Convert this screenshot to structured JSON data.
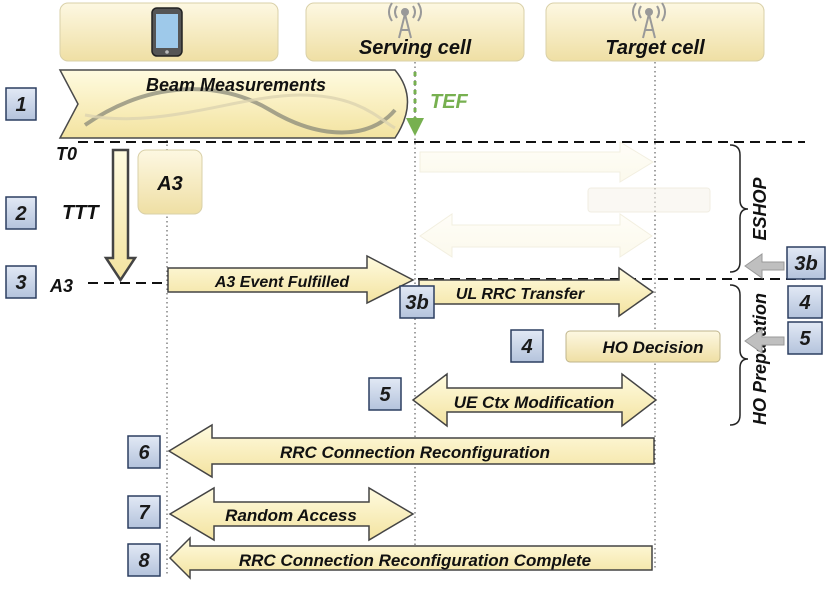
{
  "entities": {
    "ue": {
      "icon": "smartphone-icon",
      "label": ""
    },
    "serving": {
      "icon": "cell-tower-icon",
      "label": "Serving cell"
    },
    "target": {
      "icon": "cell-tower-icon",
      "label": "Target cell"
    }
  },
  "beam_measurements": "Beam Measurements",
  "tef": "TEF",
  "markers": {
    "t0": "T0",
    "ttt": "TTT",
    "a3": "A3"
  },
  "a3_box": "A3",
  "phases": {
    "eshop": "ESHOP",
    "ho_preparation": "HO Preparation"
  },
  "steps": {
    "s1": "1",
    "s2": "2",
    "s3": "3",
    "s3b": "3b",
    "s3b_side": "3b",
    "s4": "4",
    "s4_side": "4",
    "s5": "5",
    "s5_side": "5",
    "s6": "6",
    "s7": "7",
    "s8": "8"
  },
  "messages": {
    "a3_event": "A3 Event Fulfilled",
    "ul_rrc": "UL RRC Transfer",
    "ho_decision": "HO Decision",
    "ue_ctx": "UE Ctx Modification",
    "rrc_reconf": "RRC Connection Reconfiguration",
    "random_access": "Random Access",
    "rrc_reconf_complete": "RRC Connection Reconfiguration Complete"
  },
  "colors": {
    "arrow_fill": "#fbf3c0",
    "arrow_stroke": "#4a4a4a",
    "box_fill": "#f4e6b2",
    "badge_fill": "#c9d4e6",
    "badge_stroke": "#2c3e60",
    "tef_green": "#77b050"
  }
}
